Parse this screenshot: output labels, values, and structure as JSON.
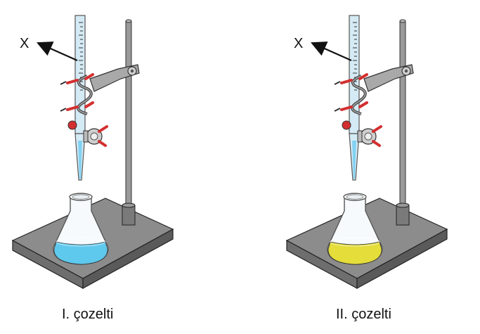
{
  "setups": [
    {
      "pointer_label": "X",
      "caption": "I. çozelti",
      "solution_color": "#4fc3ec"
    },
    {
      "pointer_label": "X",
      "caption": "II. çozelti",
      "solution_color": "#e4dd3a"
    }
  ],
  "colors": {
    "base_top": "#8c8c8c",
    "base_front": "#6e6e6e",
    "base_side": "#5a5a5a",
    "rod": "#8f8f8f",
    "clamp_red": "#d32f2f",
    "burette_tint": "#d4eaf5"
  }
}
